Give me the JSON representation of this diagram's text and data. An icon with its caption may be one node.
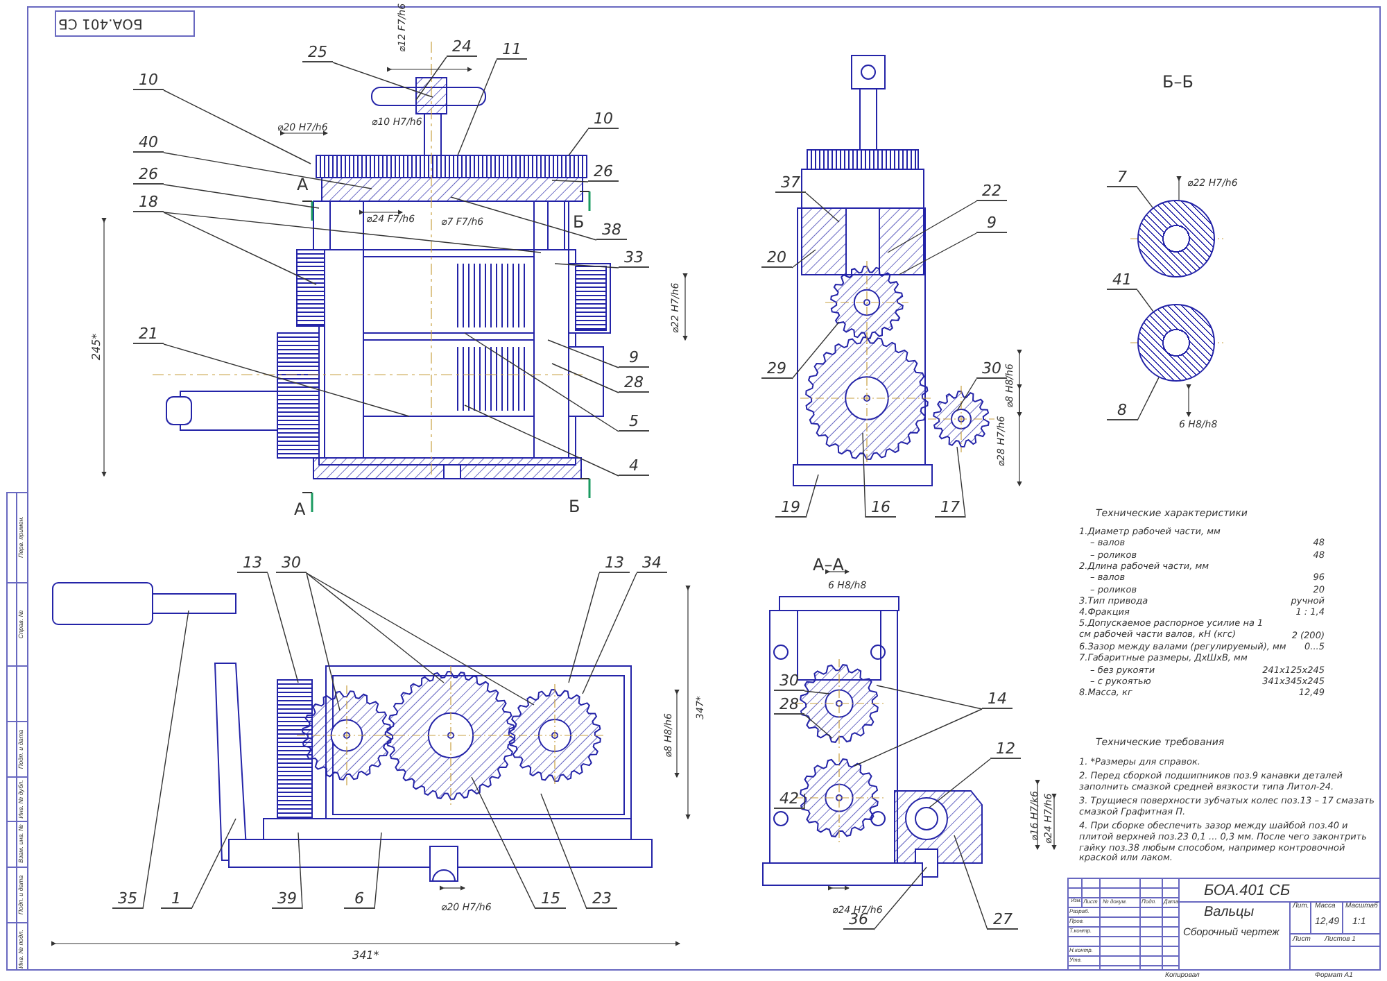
{
  "diagram": {
    "nodes": [
      {
        "text": [
          "25"
        ]
      },
      {
        "text": [
          "24"
        ]
      },
      {
        "text": [
          "11"
        ]
      },
      {
        "text": [
          "10"
        ]
      },
      {
        "text": [
          "40"
        ]
      },
      {
        "text": [
          "26"
        ]
      },
      {
        "text": [
          "18"
        ]
      },
      {
        "text": [
          "21"
        ]
      },
      {
        "text": [
          "10"
        ]
      },
      {
        "text": [
          "26"
        ]
      },
      {
        "text": [
          "38"
        ]
      },
      {
        "text": [
          "33"
        ]
      },
      {
        "text": [
          "9"
        ]
      },
      {
        "text": [
          "28"
        ]
      },
      {
        "text": [
          "5"
        ]
      },
      {
        "text": [
          "4"
        ]
      },
      {
        "text": [
          "37"
        ]
      },
      {
        "text": [
          "20"
        ]
      },
      {
        "text": [
          "29"
        ]
      },
      {
        "text": [
          "19"
        ]
      },
      {
        "text": [
          "22"
        ]
      },
      {
        "text": [
          "9"
        ]
      },
      {
        "text": [
          "30"
        ]
      },
      {
        "text": [
          "16"
        ]
      },
      {
        "text": [
          "17"
        ]
      },
      {
        "text": [
          "7"
        ]
      },
      {
        "text": [
          "41"
        ]
      },
      {
        "text": [
          "8"
        ]
      },
      {
        "text": [
          "13"
        ]
      },
      {
        "text": [
          "30"
        ]
      },
      {
        "text": [
          "13"
        ]
      },
      {
        "text": [
          "34"
        ]
      },
      {
        "text": [
          "35"
        ]
      },
      {
        "text": [
          "1"
        ]
      },
      {
        "text": [
          "39"
        ]
      },
      {
        "text": [
          "6"
        ]
      },
      {
        "text": [
          "15"
        ]
      },
      {
        "text": [
          "23"
        ]
      },
      {
        "text": [
          "30"
        ]
      },
      {
        "text": [
          "28"
        ]
      },
      {
        "text": [
          "14"
        ]
      },
      {
        "text": [
          "12"
        ]
      },
      {
        "text": [
          "42"
        ]
      },
      {
        "text": [
          "36"
        ]
      },
      {
        "text": [
          "27"
        ]
      },
      {
        "text": [],
        "shape": "circle"
      },
      {
        "text": [],
        "shape": "circle"
      }
    ],
    "edges": [
      {
        "from": 0,
        "to": null,
        "arrow": "none"
      },
      {
        "from": 1,
        "to": null,
        "arrow": "none"
      },
      {
        "from": 2,
        "to": null,
        "arrow": "none"
      },
      {
        "from": 3,
        "to": null,
        "arrow": "none"
      },
      {
        "from": 4,
        "to": null,
        "arrow": "none"
      },
      {
        "from": 5,
        "to": null,
        "arrow": "none"
      },
      {
        "from": 6,
        "to": null,
        "arrow": "none"
      },
      {
        "from": 6,
        "to": null,
        "arrow": "none"
      },
      {
        "from": 7,
        "to": null,
        "arrow": "none"
      },
      {
        "from": 8,
        "to": null,
        "arrow": "none"
      },
      {
        "from": 9,
        "to": null,
        "arrow": "none"
      },
      {
        "from": 10,
        "to": null,
        "arrow": "none"
      },
      {
        "from": 11,
        "to": null,
        "arrow": "none"
      },
      {
        "from": 12,
        "to": null,
        "arrow": "none"
      },
      {
        "from": 13,
        "to": null,
        "arrow": "none"
      },
      {
        "from": 14,
        "to": null,
        "arrow": "none"
      },
      {
        "from": 15,
        "to": null,
        "arrow": "none"
      },
      {
        "from": 16,
        "to": null,
        "arrow": "none"
      },
      {
        "from": 17,
        "to": null,
        "arrow": "none"
      },
      {
        "from": 18,
        "to": null,
        "arrow": "none"
      },
      {
        "from": 19,
        "to": null,
        "arrow": "none"
      },
      {
        "from": 20,
        "to": null,
        "arrow": "none"
      },
      {
        "from": 21,
        "to": null,
        "arrow": "none"
      },
      {
        "from": 22,
        "to": null,
        "arrow": "none"
      },
      {
        "from": 23,
        "to": null,
        "arrow": "none"
      },
      {
        "from": 24,
        "to": null,
        "arrow": "none"
      },
      {
        "from": 25,
        "to": 45,
        "arrow": "none"
      },
      {
        "from": 26,
        "to": 46,
        "arrow": "none"
      },
      {
        "from": 27,
        "to": 46,
        "arrow": "none"
      },
      {
        "from": 28,
        "to": null,
        "arrow": "none"
      },
      {
        "from": 29,
        "to": null,
        "arrow": "none"
      },
      {
        "from": 29,
        "to": null,
        "arrow": "none"
      },
      {
        "from": 29,
        "to": null,
        "arrow": "none"
      },
      {
        "from": 30,
        "to": null,
        "arrow": "none"
      },
      {
        "from": 31,
        "to": null,
        "arrow": "none"
      },
      {
        "from": 32,
        "to": null,
        "arrow": "none"
      },
      {
        "from": 33,
        "to": null,
        "arrow": "none"
      },
      {
        "from": 34,
        "to": null,
        "arrow": "none"
      },
      {
        "from": 35,
        "to": null,
        "arrow": "none"
      },
      {
        "from": 36,
        "to": null,
        "arrow": "none"
      },
      {
        "from": 37,
        "to": null,
        "arrow": "none"
      },
      {
        "from": 38,
        "to": null,
        "arrow": "none"
      },
      {
        "from": 39,
        "to": null,
        "arrow": "none"
      },
      {
        "from": 40,
        "to": null,
        "arrow": "none"
      },
      {
        "from": 40,
        "to": null,
        "arrow": "none"
      },
      {
        "from": 41,
        "to": null,
        "arrow": "none"
      },
      {
        "from": 42,
        "to": null,
        "arrow": "none"
      },
      {
        "from": 43,
        "to": null,
        "arrow": "none"
      },
      {
        "from": 44,
        "to": null,
        "arrow": "none"
      }
    ],
    "labels": [
      "БОА.401 СБ",
      "⌀12 F7/h6",
      "⌀20 H7/h6",
      "⌀10 H7/h6",
      "⌀24 F7/h6",
      "⌀7 F7/h6",
      "А",
      "Б",
      "245*",
      "⌀22 H7/h6",
      "А",
      "Б",
      "⌀8 H8/h6",
      "⌀28 H7/h6",
      "Б–Б",
      "⌀22 H7/h6",
      "6 H8/h8",
      "⌀8 H8/h6",
      "347*",
      "⌀20 H7/h6",
      "341*",
      "А–А",
      "6 H8/h8",
      "⌀16 H7/k6",
      "⌀24 H7/h6",
      "⌀24 H7/h6",
      "Технические характеристики",
      "1.Диаметр рабочей части, мм",
      "– валов",
      "48",
      "– роликов",
      "48",
      "2.Длина рабочей части, мм",
      "– валов",
      "96",
      "– роликов",
      "20",
      "3.Тип привода",
      "ручной",
      "4.Фракция",
      "1 : 1,4",
      "5.Допускаемое распорное усилие на 1 см рабочей части валов, кН (кгс)",
      "2 (200)",
      "6.Зазор между валами (регулируемый), мм",
      "0...5",
      "7.Габаритные размеры, ДхШхВ, мм",
      "– без рукояти",
      "241х125х245",
      "– с рукоятью",
      "341х345х245",
      "8.Масса, кг",
      "12,49",
      "Технические требования",
      "1. *Размеры для справок.",
      "2. Перед сборкой подшипников поз.9 канавки деталей заполнить смазкой средней вязкости типа Литол-24.",
      "3. Трущиеся поверхности зубчатых колес поз.13 – 17 смазать смазкой Графитная П.",
      "4. При сборке обеспечить зазор между шайбой поз.40 и плитой верхней поз.23 0,1 ... 0,3 мм. После чего законтрить гайку поз.38 любым способом, например контровочной краской или лаком.",
      "БОА.401 СБ",
      "Изм.",
      "Лист",
      "№ докум.",
      "Подп.",
      "Дата",
      "Разраб.",
      "Пров.",
      "Т.контр.",
      "Н.контр.",
      "Утв.",
      "Вальцы",
      "Сборочный чертеж",
      "Лит.",
      "Масса",
      "Масштаб",
      "12,49",
      "1:1",
      "Лист",
      "Листов 1",
      "Копировал",
      "Формат А1",
      "Перв. примен.",
      "Справ. №",
      "Подп. и дата",
      "Инв. № дубл.",
      "Взам. инв. №",
      "Подп. и дата",
      "Инв. № подл."
    ]
  }
}
